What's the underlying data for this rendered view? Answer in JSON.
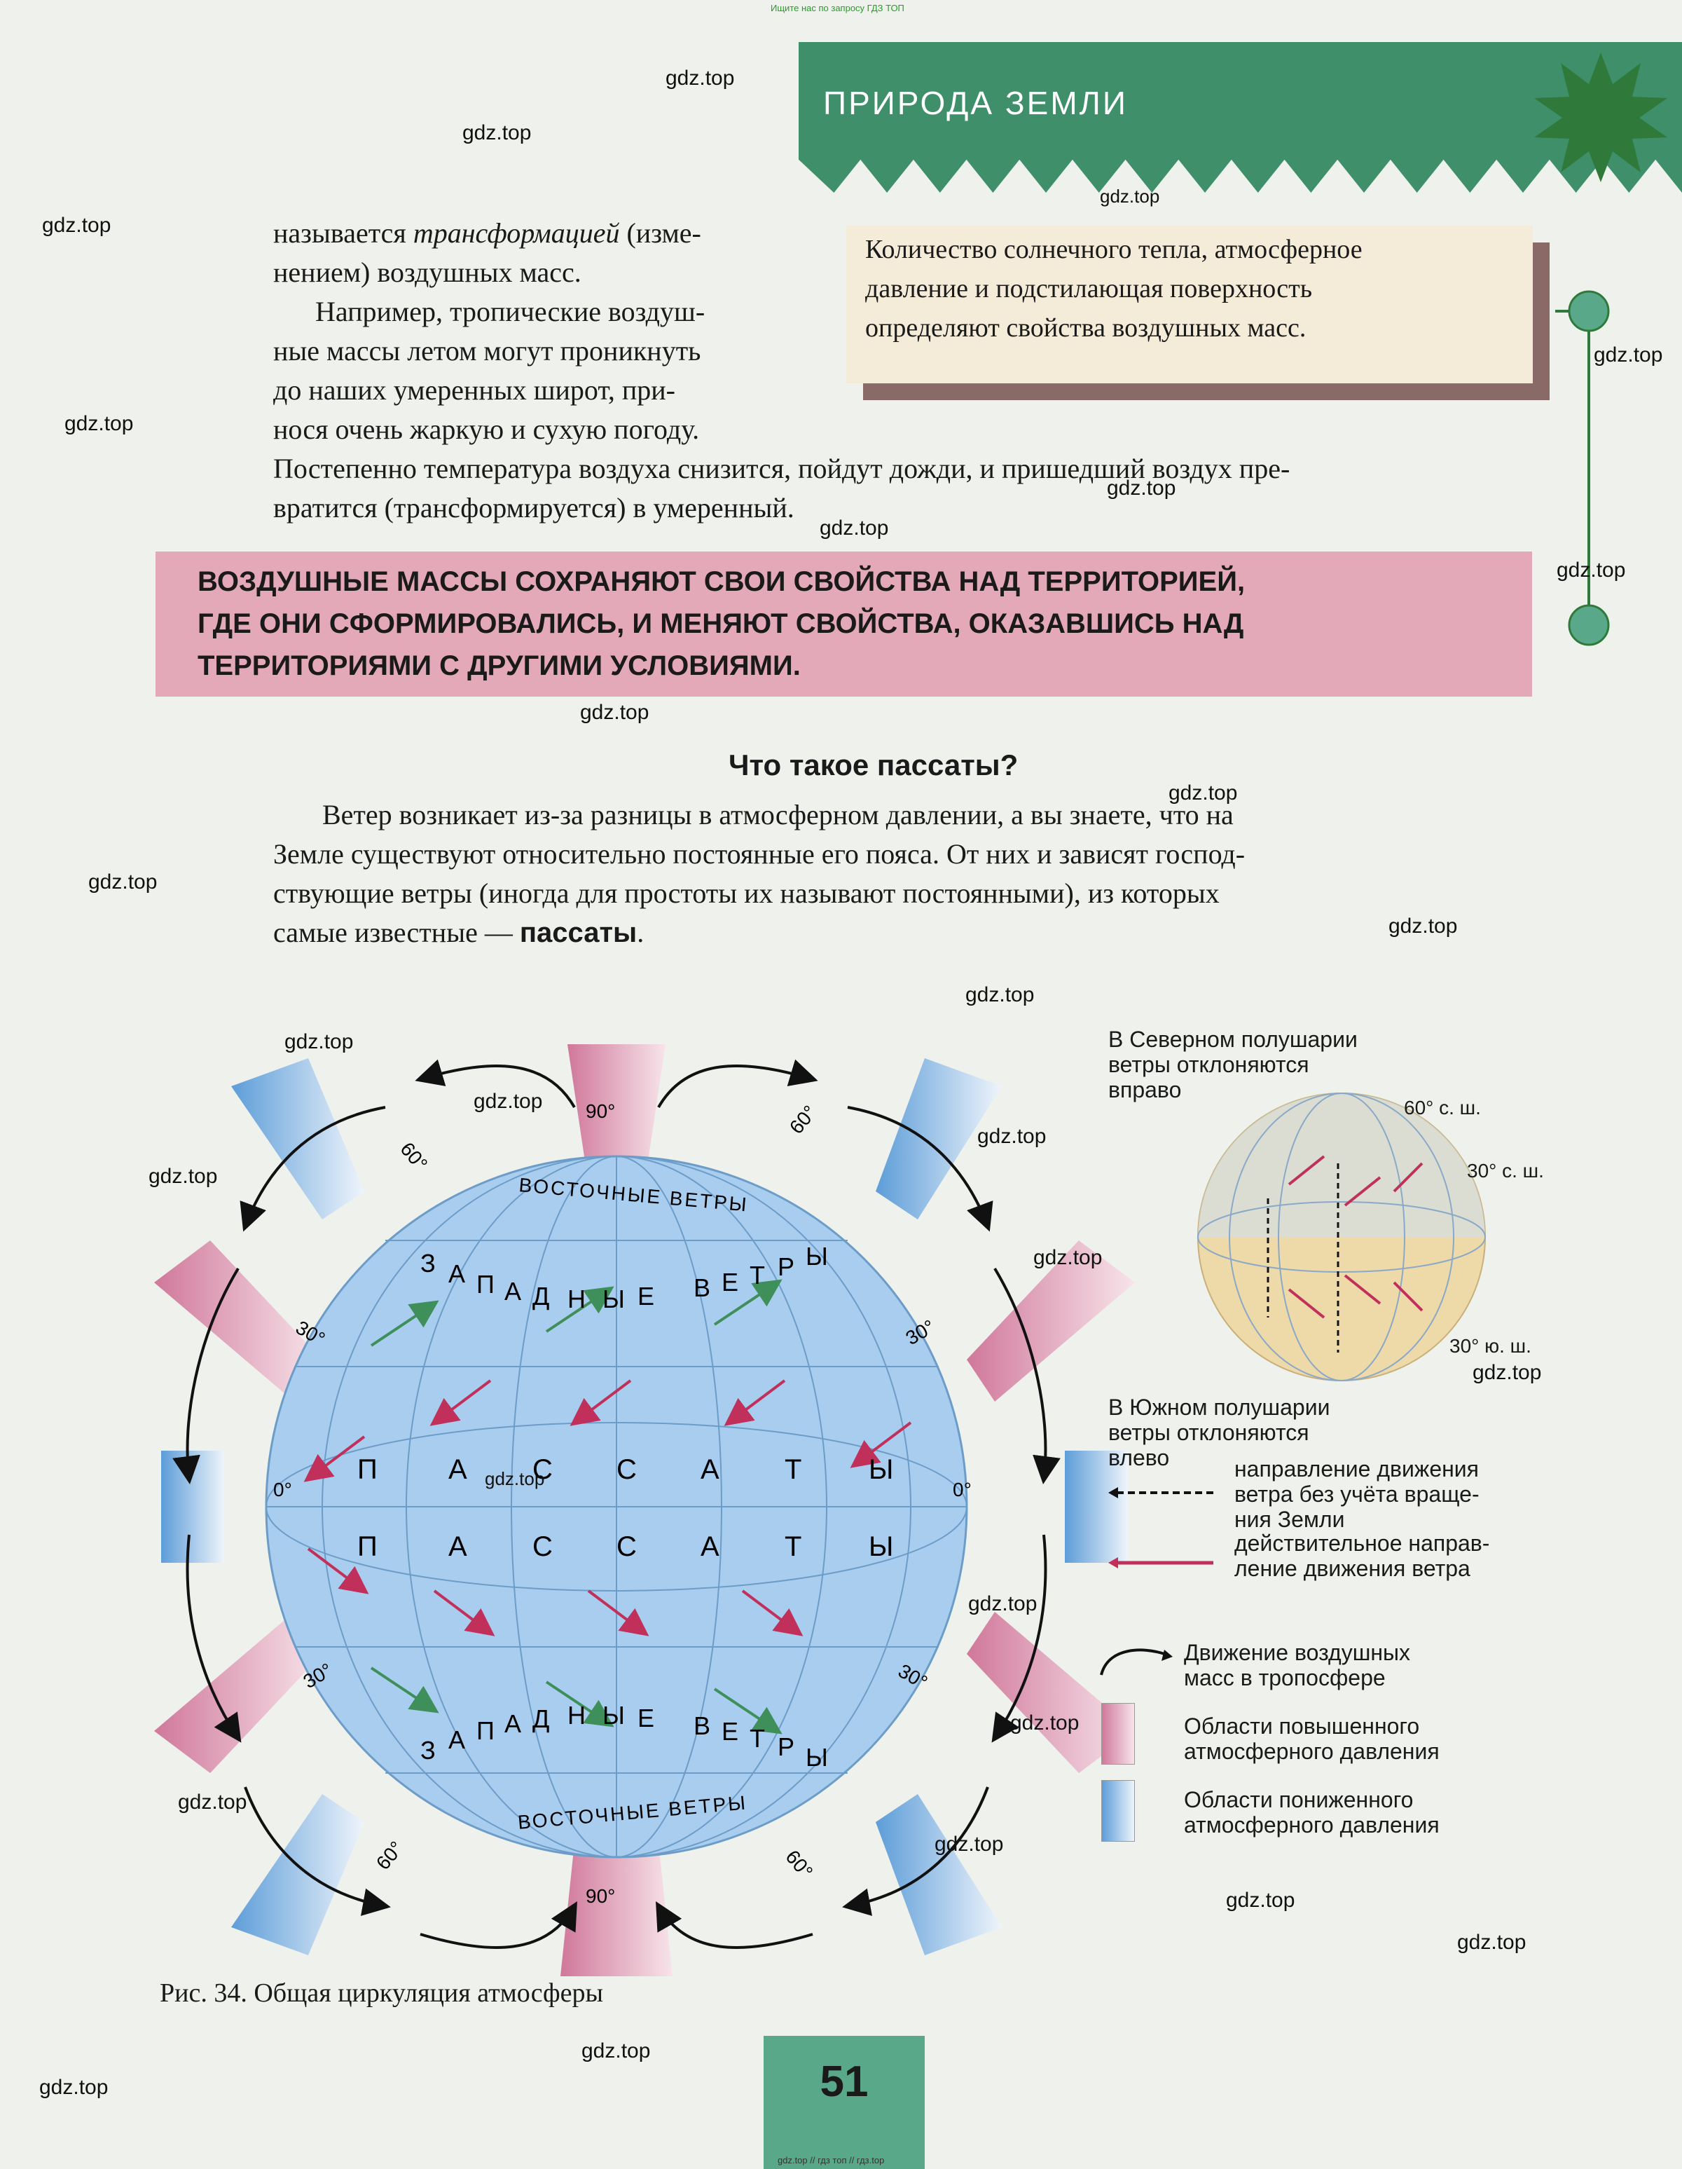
{
  "watermark_top_small": "Ищите нас по запросу ГДЗ ТОП",
  "watermark_bottom_small": "gdz.top // гдз топ // гдз.top",
  "watermark": "gdz.top",
  "section_title": "ПРИРОДА ЗЕМЛИ",
  "paragraph_1": {
    "lines": [
      "называется",
      "трансформацией",
      "(изме-",
      "нением) воздушных масс."
    ],
    "line1_pre": "называется ",
    "line1_italic": "трансформацией",
    "line1_post": " (изме-",
    "line2": "нением) воздушных масс."
  },
  "paragraph_2": {
    "line1": "Например, тропические воздуш-",
    "line2": "ные массы летом могут проникнуть",
    "line3": "до наших умеренных широт, при-",
    "line4": "нося очень жаркую и сухую погоду.",
    "line5": "Постепенно температура воздуха снизится, пойдут дожди, и пришедший воздух пре-",
    "line6": "вратится (трансформируется) в умеренный."
  },
  "note": {
    "line1": "Количество солнечного тепла, атмосферное",
    "line2": "давление и подстилающая поверхность",
    "line3": "определяют свойства воздушных масс."
  },
  "rule": {
    "line1": "ВОЗДУШНЫЕ МАССЫ СОХРАНЯЮТ СВОИ СВОЙСТВА НАД ТЕРРИТОРИЕЙ,",
    "line2": "ГДЕ ОНИ СФОРМИРОВАЛИСЬ, И МЕНЯЮТ СВОЙСТВА, ОКАЗАВШИСЬ НАД",
    "line3": "ТЕРРИТОРИЯМИ С ДРУГИМИ УСЛОВИЯМИ."
  },
  "what_title": "Что такое пассаты?",
  "paragraph_3": {
    "line1": "Ветер возникает из-за разницы в атмосферном давлении, а вы знаете, что на",
    "line2": "Земле существуют относительно постоянные его пояса. От них и зависят господ-",
    "line3": "ствующие ветры (иногда для простоты их называют постоянными), из которых",
    "line4_pre": "самые известные — ",
    "line4_bold": "пассаты",
    "line4_post": "."
  },
  "diagram": {
    "lat_90": "90°",
    "lat_60": "60°",
    "lat_30": "30°",
    "lat_0": "0°",
    "east_winds": "ВОСТОЧНЫЕ ВЕТРЫ",
    "west_winds_letters": [
      "З",
      "А",
      "П",
      "А",
      "Д",
      "Н",
      "Ы",
      "Е",
      "В",
      "Е",
      "Т",
      "Р",
      "Ы"
    ],
    "trade_letters": [
      "П",
      "А",
      "С",
      "С",
      "А",
      "Т",
      "Ы"
    ]
  },
  "small_globe": {
    "north_caption": [
      "В Северном полушарии",
      "ветры отклоняются",
      "вправо"
    ],
    "south_caption": [
      "В Южном полушарии",
      "ветры отклоняются",
      "влево"
    ],
    "lat_60n": "60° с. ш.",
    "lat_30n": "30° с. ш.",
    "lat_30s": "30° ю. ш."
  },
  "legend": {
    "dashed": [
      "направление движения",
      "ветра без учёта враще-",
      "ния Земли"
    ],
    "actual": [
      "действительное направ-",
      "ление движения ветра"
    ],
    "movement": [
      "Движение воздушных",
      "масс в тропосфере"
    ],
    "high": [
      "Области повышенного",
      "атмосферного давления"
    ],
    "low": [
      "Области пониженного",
      "атмосферного давления"
    ]
  },
  "caption": "Рис. 34. Общая циркуляция атмосферы",
  "page_number": "51",
  "colors": {
    "header_green": "#3f8f6b",
    "high_pressure": "#d98aa6",
    "low_pressure": "#7fb4e0",
    "rule_pink": "#e4a9b8",
    "globe_blue": "#a9cdee"
  }
}
